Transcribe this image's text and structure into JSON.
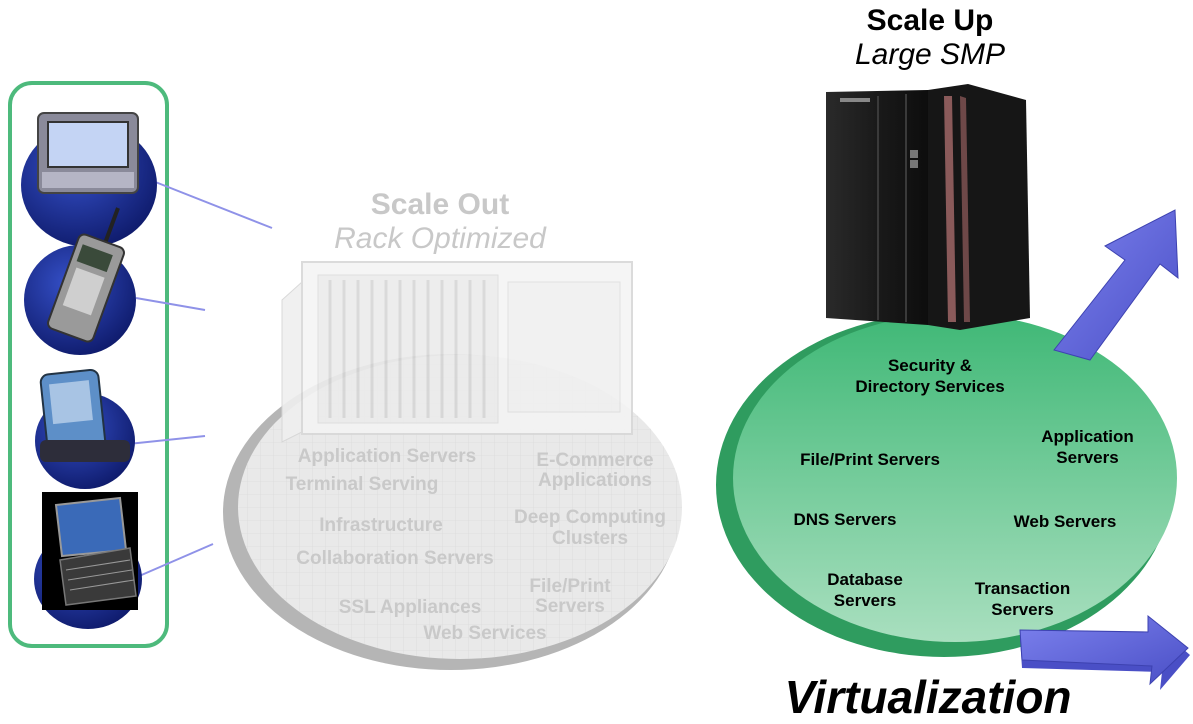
{
  "devices_panel": {
    "devices": [
      "laptop",
      "mobile-phone",
      "pda-in-cradle",
      "tablet-pc"
    ]
  },
  "scale_out": {
    "title": "Scale Out",
    "subtitle": "Rack Optimized",
    "workloads": {
      "app_servers": "Application Servers",
      "terminal": "Terminal Serving",
      "ecommerce_1": "E-Commerce",
      "ecommerce_2": "Applications",
      "infrastructure": "Infrastructure",
      "deep_1": "Deep Computing",
      "deep_2": "Clusters",
      "collab": "Collaboration Servers",
      "fileprint_1": "File/Print",
      "fileprint_2": "Servers",
      "ssl": "SSL Appliances",
      "web_services": "Web Services"
    }
  },
  "scale_up": {
    "title": "Scale Up",
    "subtitle": "Large SMP",
    "workloads": {
      "security_1": "Security &",
      "security_2": "Directory Services",
      "application_1": "Application",
      "application_2": "Servers",
      "fileprint": "File/Print Servers",
      "dns": "DNS Servers",
      "web": "Web Servers",
      "database_1": "Database",
      "database_2": "Servers",
      "transaction_1": "Transaction",
      "transaction_2": "Servers"
    }
  },
  "footer": {
    "label": "Virtualization"
  },
  "colors": {
    "panel_border": "#4dba7c",
    "scale_up_ellipse": "#5ec48b",
    "scale_out_ellipse": "#e8e8e8",
    "arrow": "#5a5fd6",
    "disc": "#1c2a8a",
    "connector": "#8f92e8"
  }
}
